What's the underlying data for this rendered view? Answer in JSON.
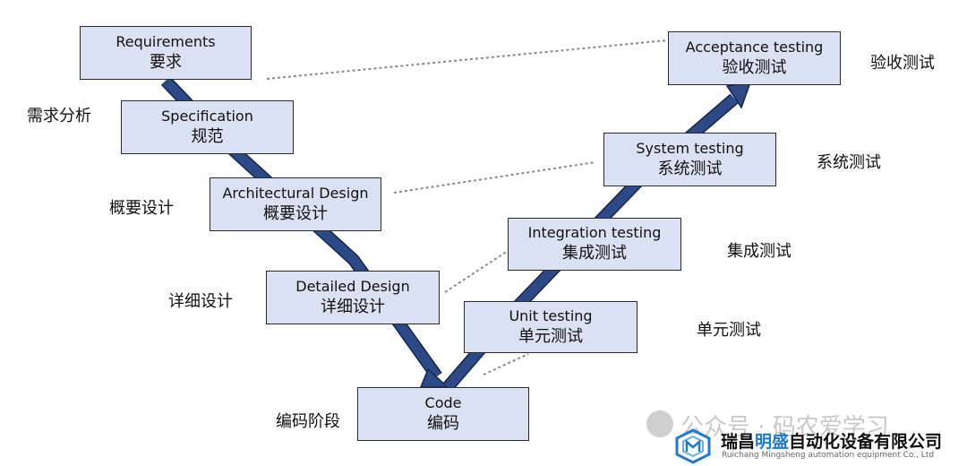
{
  "left_phases": [
    {
      "id": "requirements",
      "en": "Requirements",
      "zh": "要求",
      "side": "需求分析"
    },
    {
      "id": "specification",
      "en": "Specification",
      "zh": "规范",
      "side": ""
    },
    {
      "id": "architectural-design",
      "en": "Architectural Design",
      "zh": "概要设计",
      "side": "概要设计"
    },
    {
      "id": "detailed-design",
      "en": "Detailed Design",
      "zh": "详细设计",
      "side": "详细设计"
    }
  ],
  "bottom_phase": {
    "id": "code",
    "en": "Code",
    "zh": "编码",
    "side": "编码阶段"
  },
  "right_phases": [
    {
      "id": "unit-testing",
      "en": "Unit testing",
      "zh": "单元测试",
      "side": "单元测试"
    },
    {
      "id": "integration-testing",
      "en": "Integration testing",
      "zh": "集成测试",
      "side": "集成测试"
    },
    {
      "id": "system-testing",
      "en": "System testing",
      "zh": "系统测试",
      "side": "系统测试"
    },
    {
      "id": "acceptance-testing",
      "en": "Acceptance testing",
      "zh": "验收测试",
      "side": "验收测试"
    }
  ],
  "colors": {
    "box_fill": "#d9e1f2",
    "box_border": "#2b2b2b",
    "arrow_fill": "#2e4a86",
    "arrow_outline": "#15264d",
    "dotted_line": "#8a8a8a"
  },
  "watermark": {
    "text": "公众号 · 码农爱学习",
    "icon": "wechat-icon"
  },
  "company": {
    "name_prefix": "瑞昌",
    "name_highlight": "明盛",
    "name_suffix": "自动化设备有限公司",
    "name_en": "Ruichang Mingsheng automation equipment Co., Ltd",
    "logo_icon": "hexagon-logo-icon",
    "logo_color": "#1f78c8"
  }
}
